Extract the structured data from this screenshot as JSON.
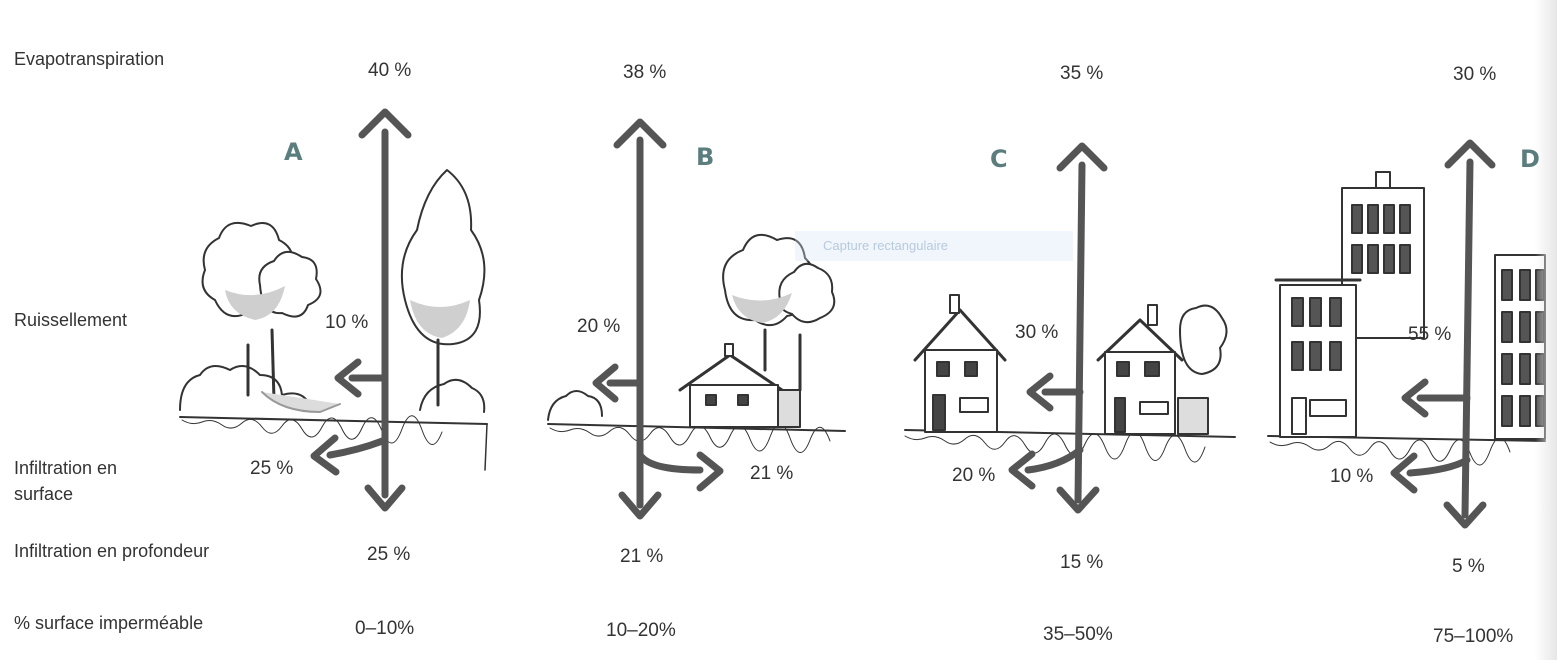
{
  "rows": {
    "evapotranspiration": "Evapotranspiration",
    "ruissellement": "Ruissellement",
    "infiltration_surface": "Infiltration en surface",
    "infiltration_profondeur": "Infiltration en profondeur",
    "surface_impermeable": "% surface imperméable"
  },
  "scenarios": [
    {
      "label": "A",
      "evapotranspiration": "40 %",
      "ruissellement": "10 %",
      "infiltration_surface": "25 %",
      "infiltration_profondeur": "25 %",
      "surface_impermeable": "0–10%"
    },
    {
      "label": "B",
      "evapotranspiration": "38 %",
      "ruissellement": "20 %",
      "infiltration_surface": "21 %",
      "infiltration_profondeur": "21 %",
      "surface_impermeable": "10–20%"
    },
    {
      "label": "C",
      "evapotranspiration": "35 %",
      "ruissellement": "30 %",
      "infiltration_surface": "20 %",
      "infiltration_profondeur": "15 %",
      "surface_impermeable": "35–50%"
    },
    {
      "label": "D",
      "evapotranspiration": "30 %",
      "ruissellement": "55 %",
      "infiltration_surface": "10 %",
      "infiltration_profondeur": "5 %",
      "surface_impermeable": "75–100%"
    }
  ],
  "tooltip": "Capture rectangulaire",
  "colors": {
    "ink": "#333333",
    "arrow": "#555555",
    "scenario_label": "#5b7d7d",
    "shade": "#cfcfcf"
  }
}
